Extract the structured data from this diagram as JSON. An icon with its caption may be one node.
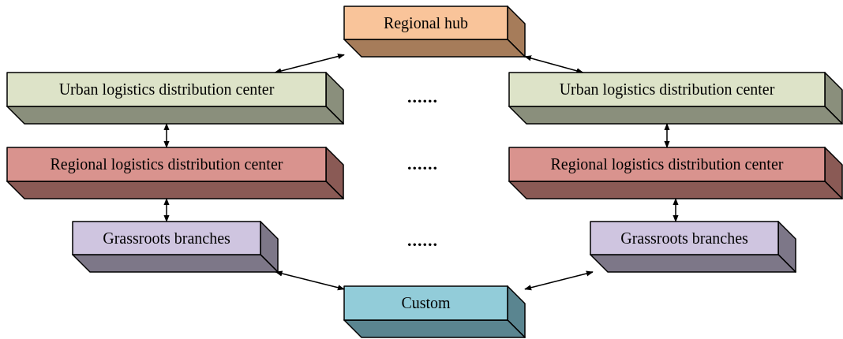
{
  "diagram": {
    "nodes": [
      {
        "text": [
          "Regional hub"
        ]
      },
      {
        "text": [
          "Urban logistics distribution center"
        ]
      },
      {
        "text": [
          "Urban logistics distribution center"
        ]
      },
      {
        "text": [
          "Regional logistics distribution center"
        ]
      },
      {
        "text": [
          "Regional logistics distribution center"
        ]
      },
      {
        "text": [
          "Grassroots branches"
        ]
      },
      {
        "text": [
          "Grassroots branches"
        ]
      },
      {
        "text": [
          "Custom"
        ]
      }
    ],
    "edges": [
      {
        "from": 0,
        "to": 1,
        "arrow": "both"
      },
      {
        "from": 0,
        "to": 2,
        "arrow": "both"
      },
      {
        "from": 1,
        "to": 3,
        "arrow": "both"
      },
      {
        "from": 2,
        "to": 4,
        "arrow": "both"
      },
      {
        "from": 3,
        "to": 5,
        "arrow": "both"
      },
      {
        "from": 4,
        "to": 6,
        "arrow": "both"
      },
      {
        "from": 5,
        "to": 7,
        "arrow": "both"
      },
      {
        "from": 6,
        "to": 7,
        "arrow": "both"
      }
    ],
    "labels": [
      "......",
      "......",
      "......"
    ]
  }
}
